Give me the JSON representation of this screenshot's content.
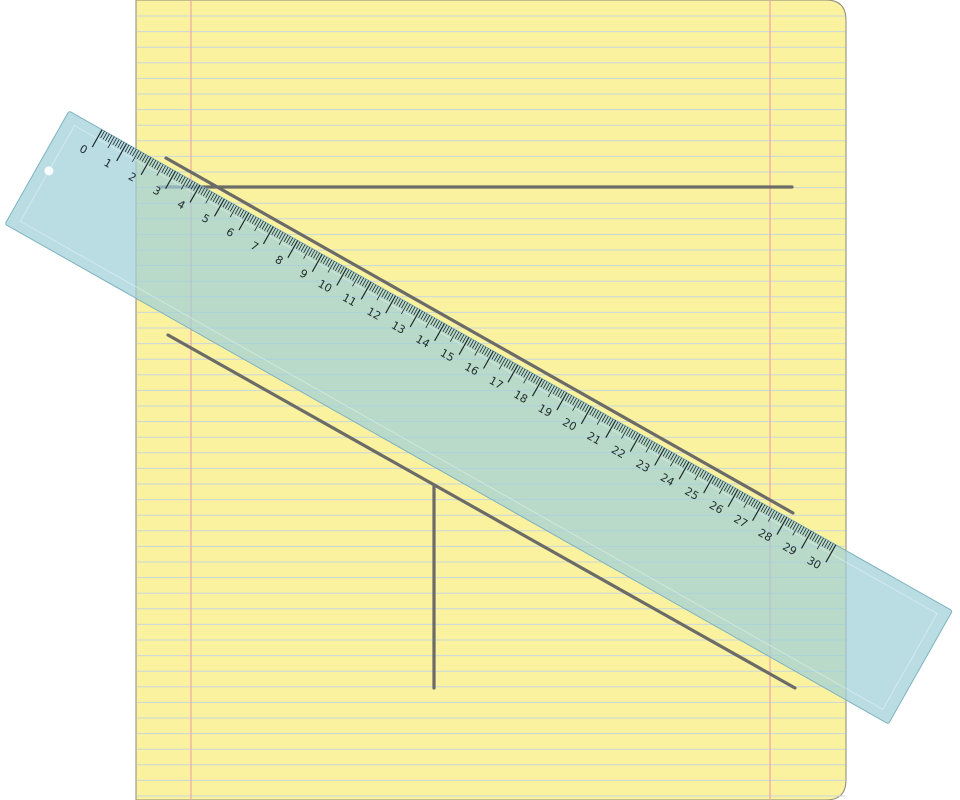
{
  "paper": {
    "color": "#fbf29f",
    "rule_color": "#c9d6dc",
    "margin_color": "#f0a6a6",
    "edge_color": "#8a8a7a"
  },
  "pencil_color": "#6b6b68",
  "ruler": {
    "color": "#9fd0da",
    "opacity": 0.72,
    "tick_color": "#1f2a2d",
    "label_color": "#1f2a2d",
    "labels": [
      "0",
      "1",
      "2",
      "3",
      "4",
      "5",
      "6",
      "7",
      "8",
      "9",
      "10",
      "11",
      "12",
      "13",
      "14",
      "15",
      "16",
      "17",
      "18",
      "19",
      "20",
      "21",
      "22",
      "23",
      "24",
      "25",
      "26",
      "27",
      "28",
      "29",
      "30"
    ]
  }
}
